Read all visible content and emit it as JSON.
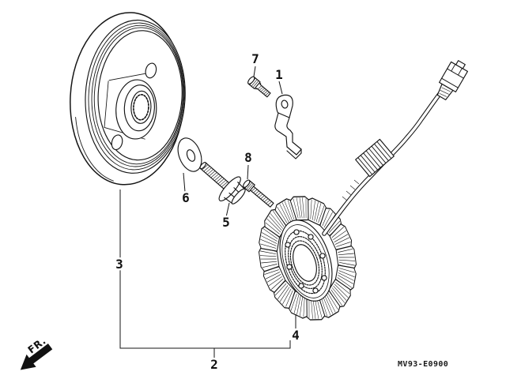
{
  "diagram": {
    "code": "MV93-E0900",
    "front_indicator": "FR.",
    "callouts": {
      "c1": "1",
      "c2": "2",
      "c3": "3",
      "c4": "4",
      "c5": "5",
      "c6": "6",
      "c7": "7",
      "c8": "8"
    }
  }
}
